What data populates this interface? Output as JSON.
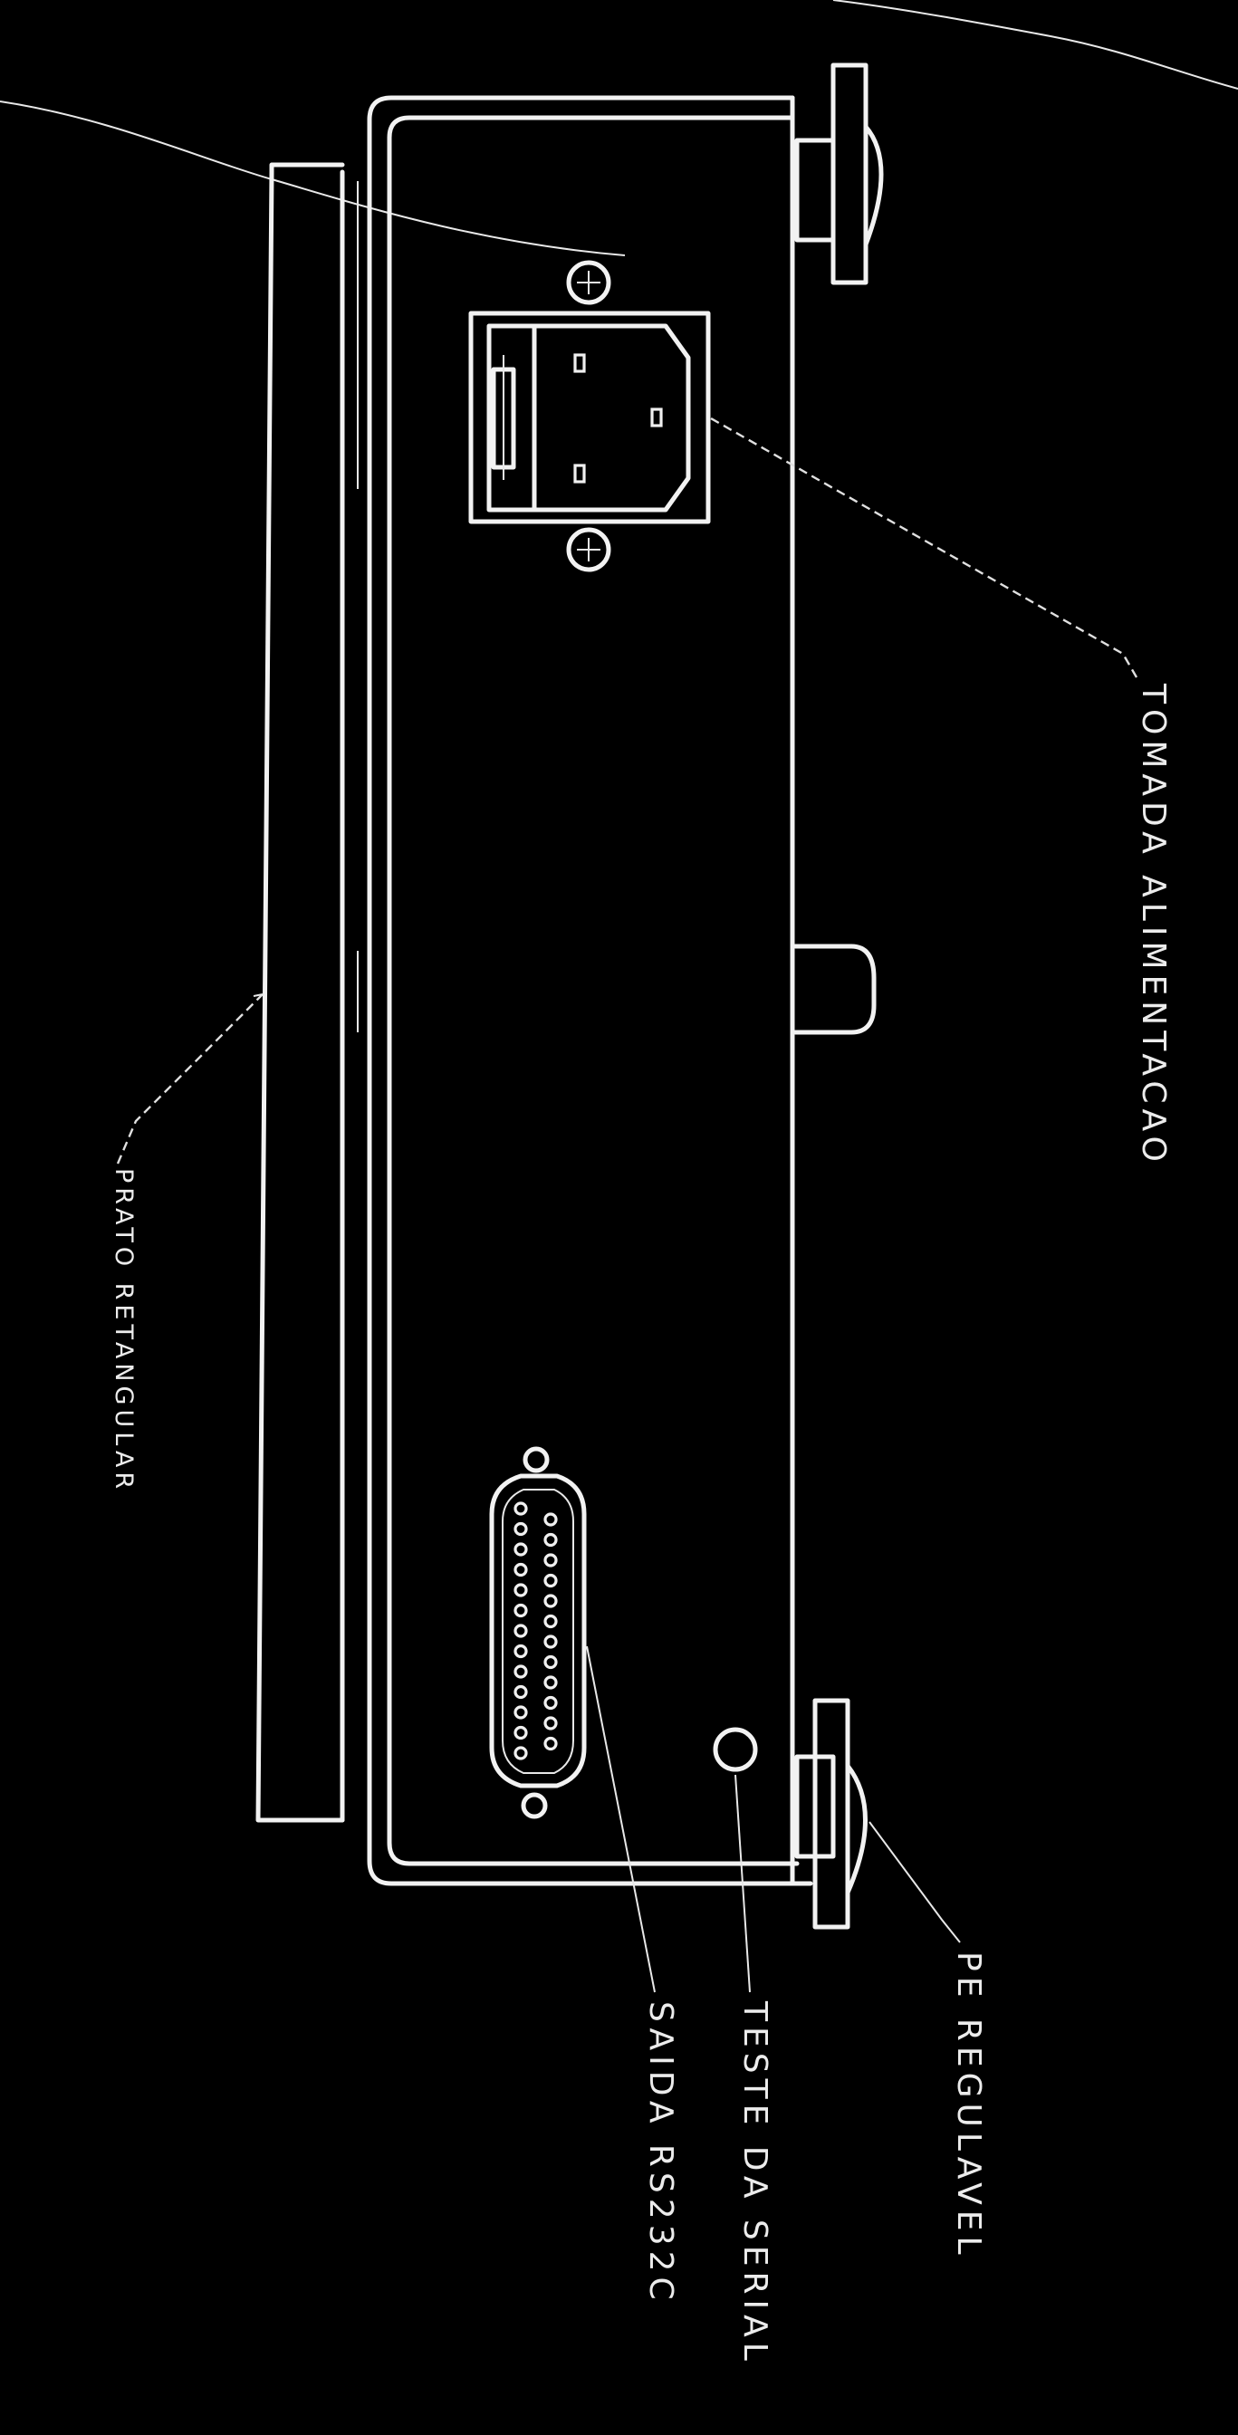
{
  "labels": {
    "prato": "PRATO RETANGULAR",
    "tomada": "TOMADA ALIMENTACAO",
    "saida": "SAIDA RS232C",
    "teste": "TESTE DA SERIAL",
    "pe": "PE REGULAVEL"
  },
  "colors": {
    "background": "#000000",
    "linework": "#f2f2f2"
  }
}
